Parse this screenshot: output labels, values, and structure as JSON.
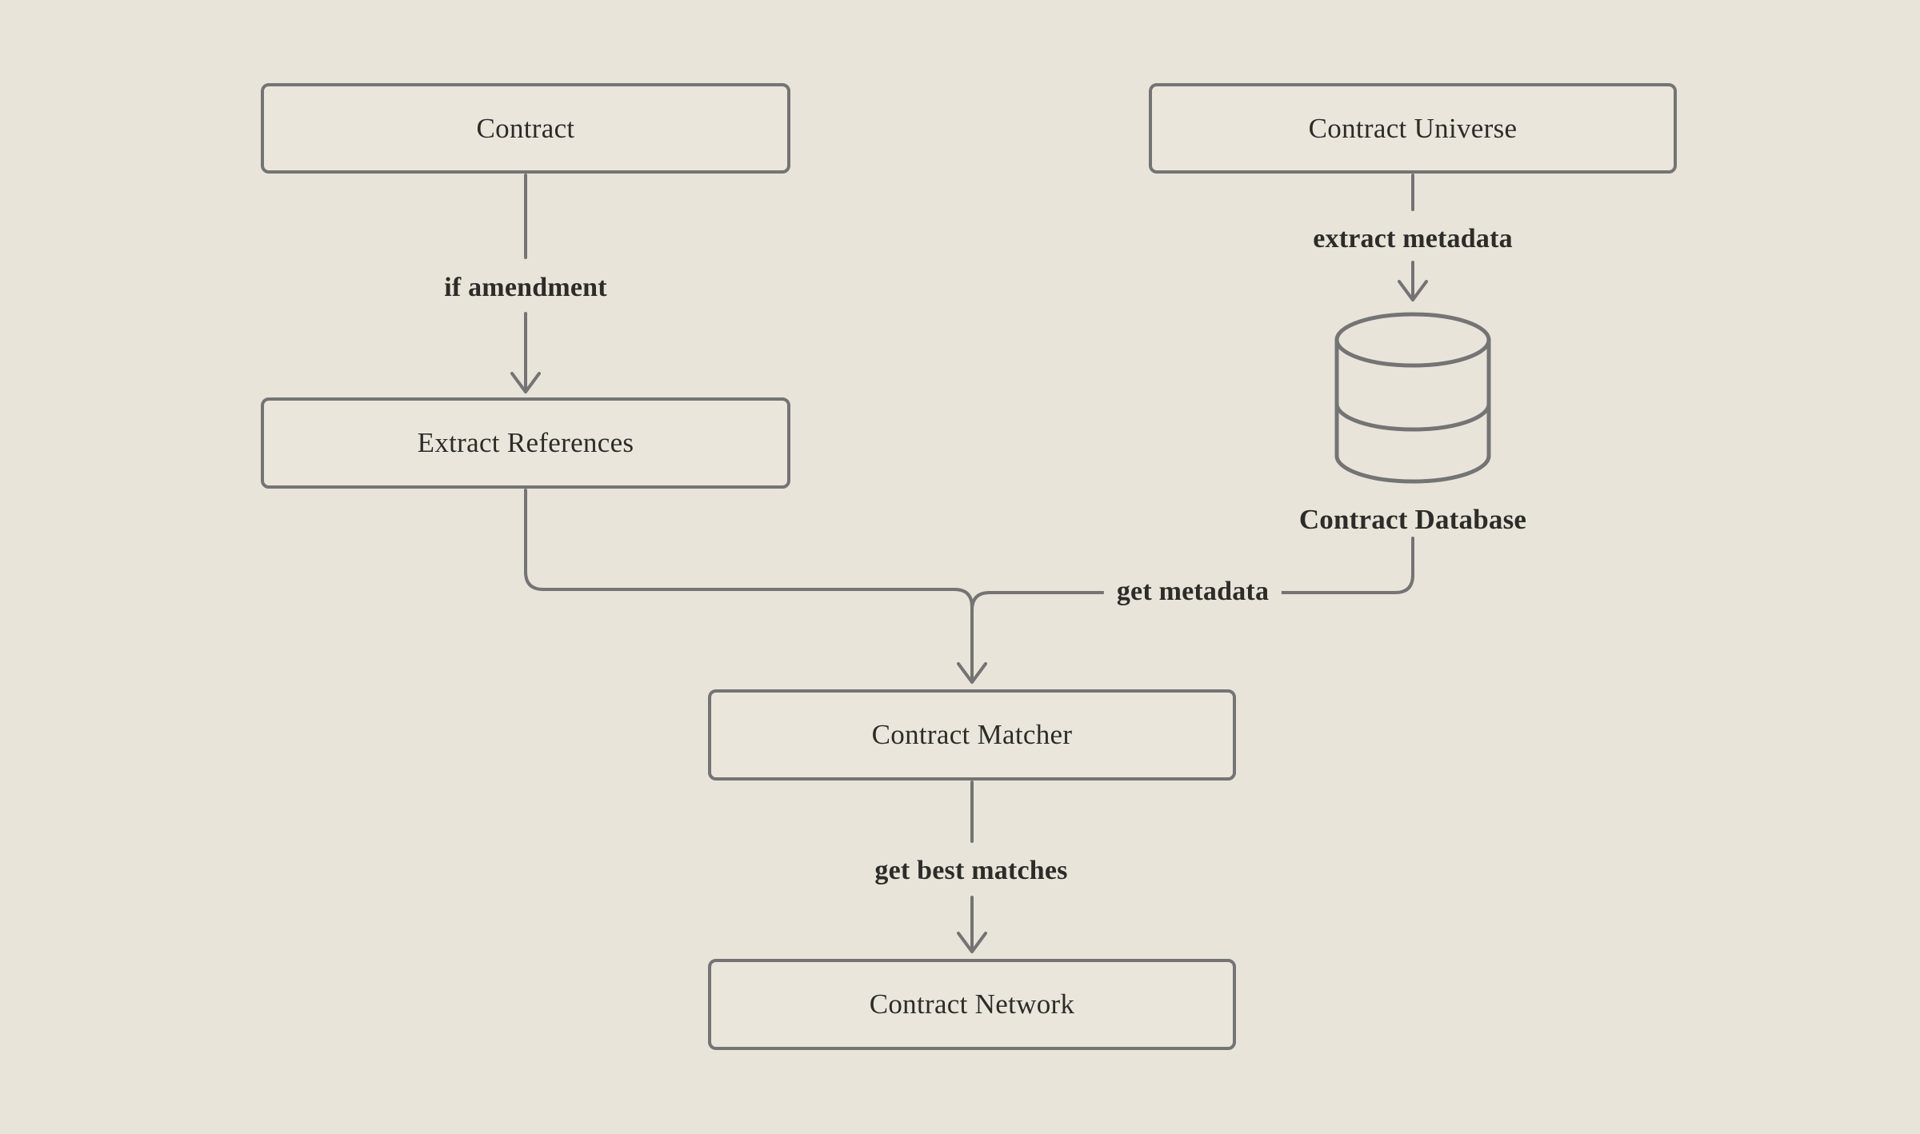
{
  "colors": {
    "bg": "#e8e4da",
    "line": "#747474",
    "ink": "#2e2c28",
    "box": "#eae6dc"
  },
  "nodes": [
    {
      "id": "contract",
      "label": "Contract",
      "shape": "rounded-rectangle"
    },
    {
      "id": "extract-references",
      "label": "Extract References",
      "shape": "rounded-rectangle"
    },
    {
      "id": "contract-universe",
      "label": "Contract Universe",
      "shape": "rounded-rectangle"
    },
    {
      "id": "contract-database",
      "label": "Contract Database",
      "shape": "database-cylinder-icon"
    },
    {
      "id": "contract-matcher",
      "label": "Contract Matcher",
      "shape": "rounded-rectangle"
    },
    {
      "id": "contract-network",
      "label": "Contract Network",
      "shape": "rounded-rectangle"
    }
  ],
  "edges": [
    {
      "from": "Contract",
      "to": "Extract References",
      "label": "if amendment"
    },
    {
      "from": "Contract Universe",
      "to": "Contract Database",
      "label": "extract metadata"
    },
    {
      "from": "Contract Database",
      "to": "Contract Matcher",
      "label": "get metadata"
    },
    {
      "from": "Contract Matcher",
      "to": "Contract Network",
      "label": "get best matches"
    },
    {
      "from": "Extract References",
      "to": "Contract Matcher",
      "label": ""
    }
  ]
}
